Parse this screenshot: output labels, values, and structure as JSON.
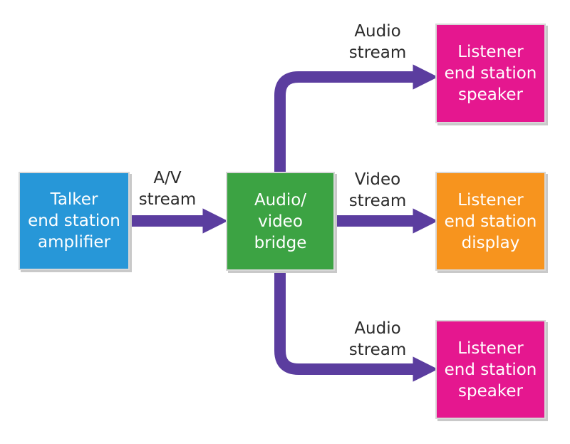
{
  "colors": {
    "arrow": "#5b3d9f",
    "talker": "#2797d8",
    "bridge": "#3ca343",
    "speaker": "#e5178f",
    "display": "#f7941e"
  },
  "nodes": {
    "talker": {
      "lines": [
        "Talker",
        "end station",
        "amplifier"
      ]
    },
    "bridge": {
      "lines": [
        "Audio/",
        "video",
        "bridge"
      ]
    },
    "speaker_top": {
      "lines": [
        "Listener",
        "end station",
        "speaker"
      ]
    },
    "display": {
      "lines": [
        "Listener",
        "end station",
        "display"
      ]
    },
    "speaker_bottom": {
      "lines": [
        "Listener",
        "end station",
        "speaker"
      ]
    }
  },
  "edges": {
    "av": {
      "lines": [
        "A/V",
        "stream"
      ]
    },
    "audio_top": {
      "lines": [
        "Audio",
        "stream"
      ]
    },
    "video": {
      "lines": [
        "Video",
        "stream"
      ]
    },
    "audio_bottom": {
      "lines": [
        "Audio",
        "stream"
      ]
    }
  }
}
